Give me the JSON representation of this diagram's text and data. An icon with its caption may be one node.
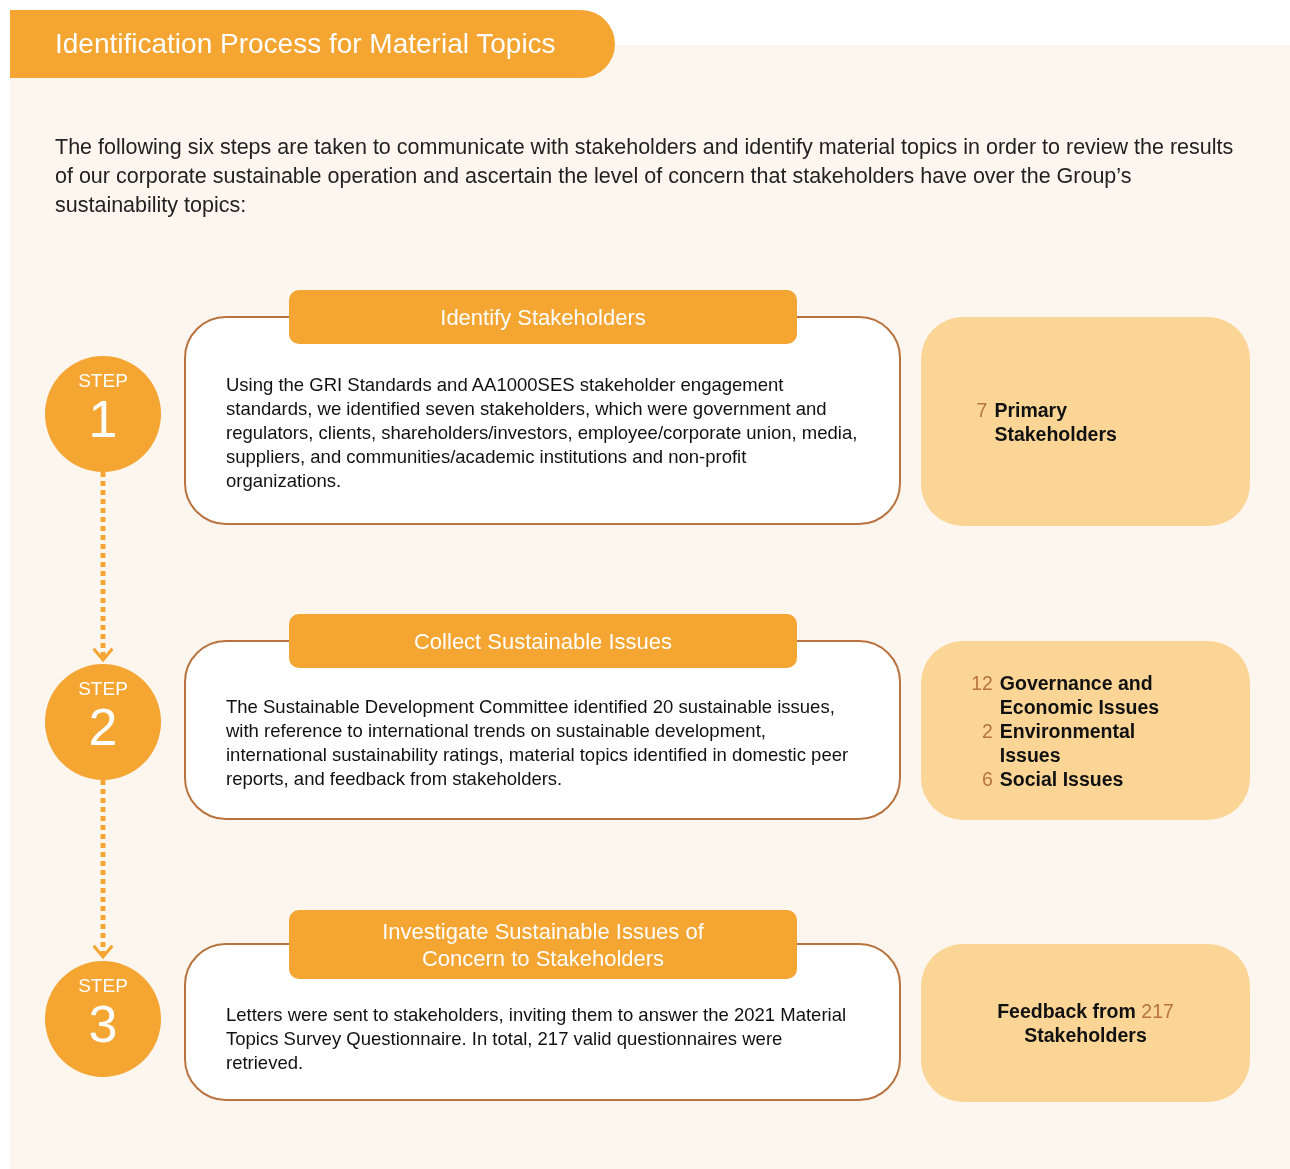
{
  "diagram": {
    "title": "Identification Process for Material Topics",
    "labels": [
      "The following six steps are taken to communicate with stakeholders and identify material topics in order to review the results of our corporate sustainable operation and ascertain the level of concern that stakeholders have over the Group’s sustainability topics:"
    ],
    "nodes": [
      {
        "text": [
          "STEP",
          "1"
        ]
      },
      {
        "text": [
          "Identify Stakeholders",
          "Using the GRI Standards and AA1000SES stakeholder engagement standards, we identified seven stakeholders, which were government and regulators, clients, shareholders/investors, employee/corporate union, media, suppliers, and communities/academic institutions and non-profit organizations."
        ]
      },
      {
        "text": [
          "7",
          "Primary Stakeholders"
        ]
      },
      {
        "text": [
          "STEP",
          "2"
        ]
      },
      {
        "text": [
          "Collect Sustainable Issues",
          "The Sustainable Development Committee identified 20 sustainable issues, with reference to international trends on sustainable development, international sustainability ratings, material topics identified in domestic peer reports, and feedback from stakeholders."
        ]
      },
      {
        "text": [
          "12",
          "Governance and Economic Issues",
          "2",
          "Environmental Issues",
          "6",
          "Social Issues"
        ]
      },
      {
        "text": [
          "STEP",
          "3"
        ]
      },
      {
        "text": [
          "Investigate Sustainable Issues of Concern to Stakeholders",
          "Letters were sent to stakeholders, inviting them to answer the 2021 Material Topics Survey Questionnaire. In total, 217 valid questionnaires were retrieved."
        ]
      },
      {
        "text": [
          "Feedback from",
          "217",
          "Stakeholders"
        ]
      }
    ],
    "edges": [
      {
        "from": 0,
        "to": 3,
        "arrow": "to",
        "style": "dashed"
      },
      {
        "from": 3,
        "to": 6,
        "arrow": "to",
        "style": "dashed"
      }
    ]
  }
}
